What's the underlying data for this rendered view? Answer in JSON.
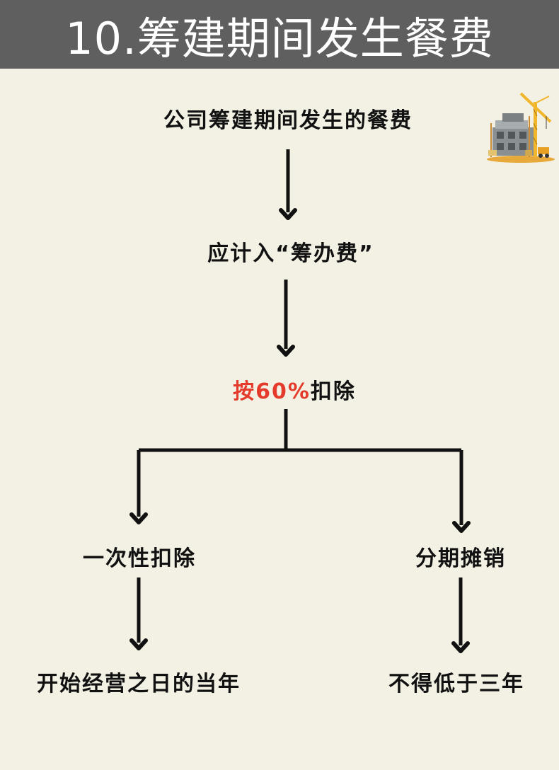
{
  "header": {
    "title": "10.筹建期间发生餐费"
  },
  "diagram": {
    "node1": "公司筹建期间发生的餐费",
    "node2": "应计入“筹办费”",
    "node3_highlight": "按60%",
    "node3_rest": "扣除",
    "left_branch": "一次性扣除",
    "left_result": "开始经营之日的当年",
    "right_branch": "分期摊销",
    "right_result": "不得低于三年"
  },
  "colors": {
    "header_bg": "#5f5f5f",
    "page_bg": "#f2f1e4",
    "highlight": "#e43b2c",
    "text": "#111111"
  },
  "icons": {
    "building": "construction-building-icon"
  }
}
